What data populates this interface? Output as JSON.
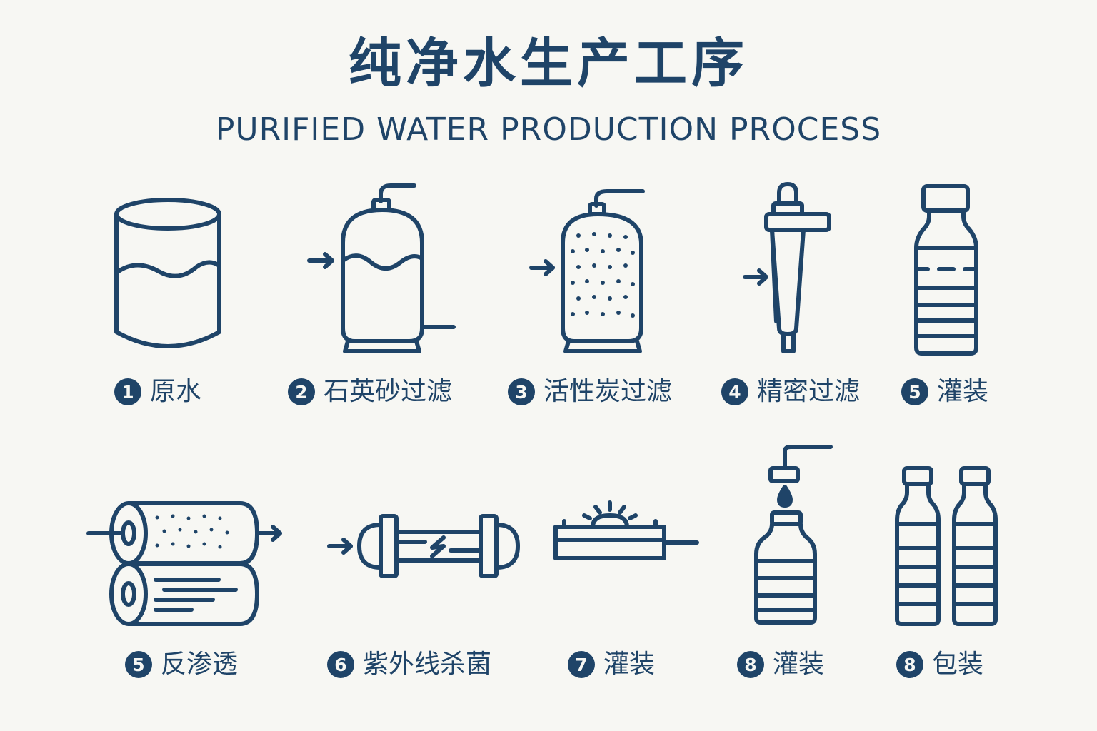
{
  "title": "纯净水生产工序",
  "subtitle": "PURIFIED WATER PRODUCTION PROCESS",
  "colors": {
    "primary": "#1f4468",
    "background": "#f7f7f3"
  },
  "steps": [
    {
      "num": "1",
      "label": "原水",
      "icon": "water-tank-icon"
    },
    {
      "num": "2",
      "label": "石英砂过滤",
      "icon": "sand-filter-icon"
    },
    {
      "num": "3",
      "label": "活性炭过滤",
      "icon": "carbon-filter-icon"
    },
    {
      "num": "4",
      "label": "精密过滤",
      "icon": "precision-filter-icon"
    },
    {
      "num": "5",
      "label": "灌装",
      "icon": "bottle-icon"
    },
    {
      "num": "5",
      "label": "反渗透",
      "icon": "reverse-osmosis-icon"
    },
    {
      "num": "6",
      "label": "紫外线杀菌",
      "icon": "uv-sterilizer-icon"
    },
    {
      "num": "7",
      "label": "灌装",
      "icon": "filling-tray-icon"
    },
    {
      "num": "8",
      "label": "灌装",
      "icon": "filling-nozzle-icon"
    },
    {
      "num": "8",
      "label": "包装",
      "icon": "two-bottles-icon"
    }
  ]
}
